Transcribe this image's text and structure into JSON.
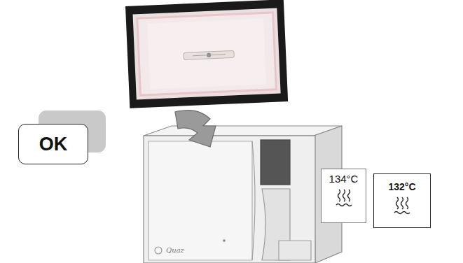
{
  "diagram": {
    "nodes": [
      {
        "text": [
          "OK"
        ]
      },
      {
        "text": [
          "134°C"
        ]
      },
      {
        "text": [
          "132°C"
        ]
      }
    ],
    "labels": [
      "Quaz"
    ]
  }
}
